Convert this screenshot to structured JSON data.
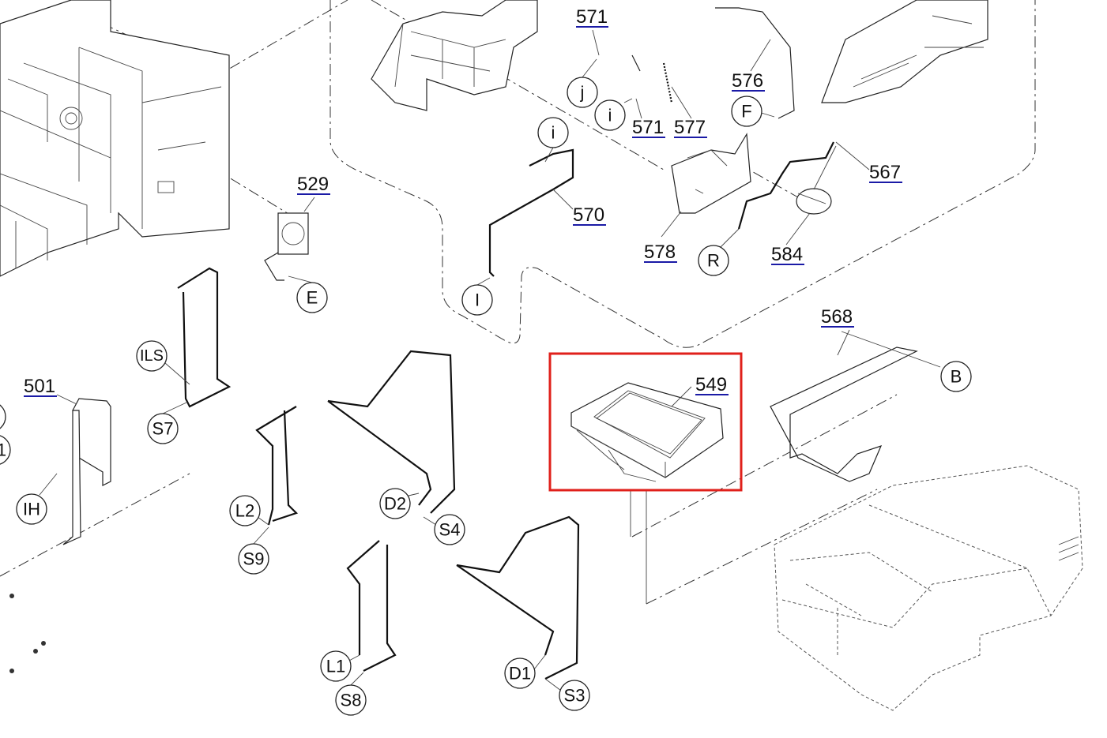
{
  "part_numbers": {
    "p571a": "571",
    "p576": "576",
    "p571b": "571",
    "p577": "577",
    "p529": "529",
    "p570": "570",
    "p567": "567",
    "p578": "578",
    "p584": "584",
    "p568": "568",
    "p549": "549",
    "p501": "501"
  },
  "callouts": {
    "j": "j",
    "i1": "i",
    "F": "F",
    "i2": "i",
    "E": "E",
    "I": "I",
    "R": "R",
    "B": "B",
    "ILS": "ILS",
    "S7": "S7",
    "IH": "IH",
    "L2": "L2",
    "S9": "S9",
    "D2": "D2",
    "S4": "S4",
    "L1": "L1",
    "S8": "S8",
    "D1": "D1",
    "S3": "S3",
    "edge1": "(",
    "edge2": "1"
  },
  "colors": {
    "highlight": "#e0201b",
    "link_underline": "#1a1aa6"
  }
}
